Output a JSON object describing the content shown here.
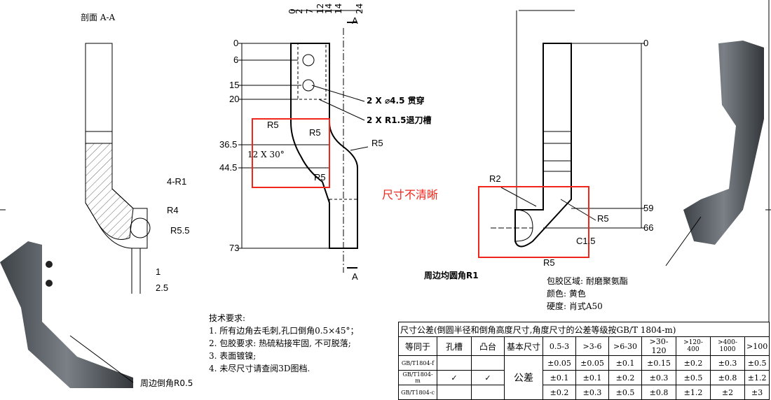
{
  "section": {
    "title": "剖面 A-A",
    "labels": [
      "4-R1",
      "R4",
      "R5.5",
      "1",
      "2.5"
    ]
  },
  "front": {
    "top_dims": [
      "0",
      "2",
      "7",
      "12",
      "14",
      "14",
      "24"
    ],
    "left_dims": [
      "0",
      "6",
      "15",
      "20",
      "36.5",
      "44.5",
      "73"
    ],
    "notes": [
      "2 X ⌀4.5 贯穿",
      "2 X R1.5退刀槽"
    ],
    "radii": [
      "R5",
      "R5",
      "R5",
      "R5"
    ],
    "angle": "12 X 30°",
    "section_marks": [
      "A",
      "A"
    ]
  },
  "comment": "尺寸不清晰",
  "side": {
    "right_dims": [
      "0",
      "59",
      "66"
    ],
    "labels": [
      "R2",
      "R5",
      "C1.5",
      "R5"
    ],
    "fillet_note": "周边均圆角R1"
  },
  "render_note": "周边倒角R0.5",
  "rubber": [
    "包胶区域: 耐磨聚氨酯",
    "颜色: 黄色",
    "硬度: 肖式A50"
  ],
  "tech": {
    "title": "技术要求:",
    "items": [
      "1. 所有边角去毛刺,孔口倒角0.5×45°；",
      "2. 包胶要求: 热硫粘接牢固, 不可脱落;",
      "3. 表面镀镍;",
      "4. 未尽尺寸请查阅3D图档."
    ]
  },
  "table": {
    "title": "尺寸公差(倒圆半径和倒角高度尺寸,角度尺寸的公差等级按GB/T 1804-m)",
    "headers": [
      "等同于",
      "孔槽",
      "凸台",
      "基本尺寸",
      "0.5-3",
      ">3-6",
      ">6-30",
      ">30-120",
      ">120-400",
      ">400-1000",
      ">100"
    ],
    "merged": "公差",
    "rows": [
      {
        "std": "GB/T1804-f",
        "hole": "",
        "boss": "",
        "vals": [
          "±0.05",
          "±0.05",
          "±0.1",
          "±0.15",
          "±0.2",
          "±0.3",
          "±0.5"
        ]
      },
      {
        "std": "GB/T1804-m",
        "hole": "✓",
        "boss": "✓",
        "vals": [
          "±0.1",
          "±0.1",
          "±0.2",
          "±0.3",
          "±0.5",
          "±0.8",
          "±1.2"
        ]
      },
      {
        "std": "GB/T1804-c",
        "hole": "",
        "boss": "",
        "vals": [
          "±0.2",
          "±0.3",
          "±0.5",
          "±0.8",
          "±1.2",
          "±2",
          "±3"
        ]
      }
    ]
  },
  "colors": {
    "markup": "#f0261c",
    "render": "#555a60"
  }
}
